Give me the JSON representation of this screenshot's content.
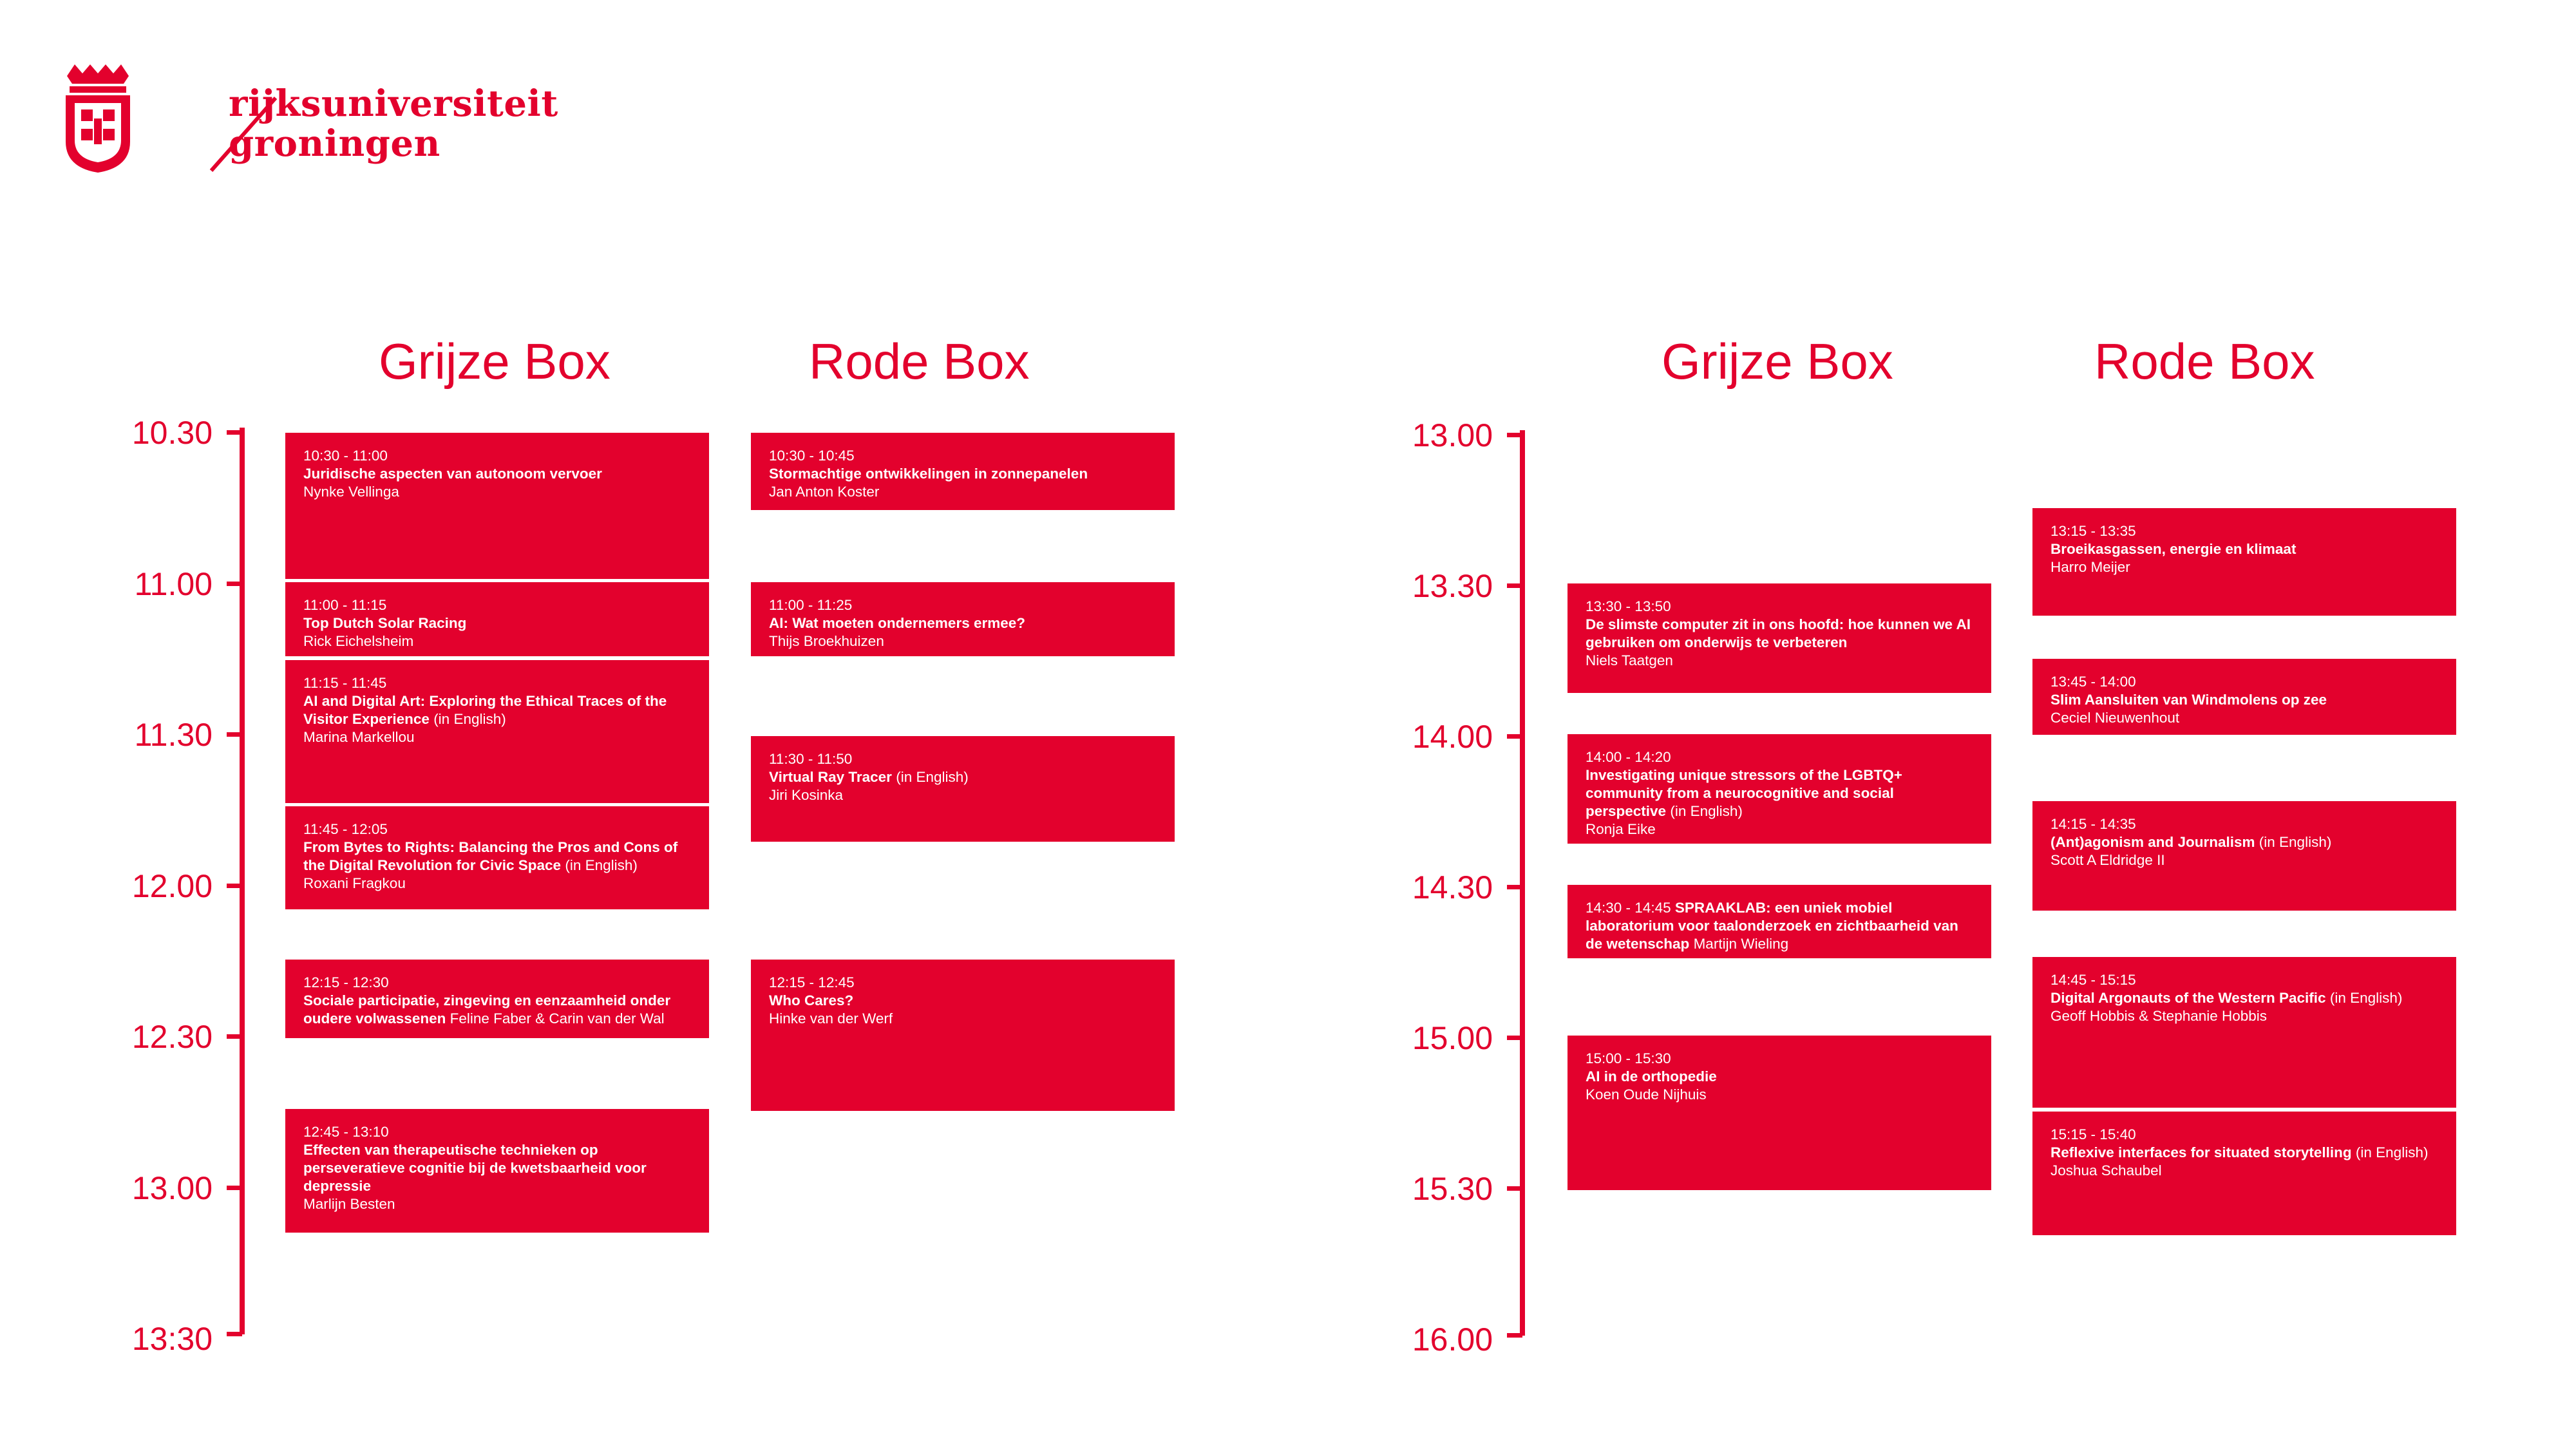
{
  "logo": {
    "line1": "rijksuniversiteit",
    "line2": "groningen",
    "icon": "crest-icon"
  },
  "colors": {
    "accent": "#e3012d",
    "text_on_block": "#ffffff"
  },
  "left": {
    "columns": [
      "Grijze Box",
      "Rode Box"
    ],
    "times": [
      "10.30",
      "11.00",
      "11.30",
      "12.00",
      "12.30",
      "13.00",
      "13:30"
    ],
    "grijze": [
      {
        "time": "10:30 - 11:00",
        "title": "Juridische aspecten van autonoom vervoer",
        "note": "",
        "speaker": "Nynke Vellinga"
      },
      {
        "time": "11:00 - 11:15",
        "title": "Top Dutch Solar Racing",
        "note": "",
        "speaker": "Rick Eichelsheim"
      },
      {
        "time": "11:15 - 11:45",
        "title": "AI and Digital Art: Exploring the Ethical Traces of the Visitor Experience",
        "note": " (in English)",
        "speaker": "Marina Markellou"
      },
      {
        "time": "11:45 - 12:05",
        "title": "From Bytes to Rights: Balancing the Pros and Cons of the Digital Revolution for Civic Space",
        "note": " (in English)",
        "speaker": "Roxani Fragkou"
      },
      {
        "time": "12:15 - 12:30",
        "title": "Sociale participatie, zingeving en eenzaamheid onder oudere volwassenen",
        "note": " Feline Faber & Carin van der Wal",
        "speaker": ""
      },
      {
        "time": "12:45 - 13:10",
        "title": "Effecten van therapeutische technieken op perseveratieve cognitie bij de kwetsbaarheid voor depressie",
        "note": "",
        "speaker": "Marlijn Besten"
      }
    ],
    "rode": [
      {
        "time": "10:30 - 10:45",
        "title": "Stormachtige ontwikkelingen in zonnepanelen",
        "note": "",
        "speaker": "Jan Anton Koster"
      },
      {
        "time": "11:00 - 11:25",
        "title": "AI: Wat moeten ondernemers ermee?",
        "note": "",
        "speaker": "Thijs Broekhuizen"
      },
      {
        "time": "11:30 - 11:50",
        "title": "Virtual Ray Tracer",
        "note": " (in English)",
        "speaker": "Jiri Kosinka"
      },
      {
        "time": "12:15 - 12:45",
        "title": "Who Cares?",
        "note": "",
        "speaker": "Hinke van der Werf"
      }
    ]
  },
  "right": {
    "columns": [
      "Grijze Box",
      "Rode Box"
    ],
    "times": [
      "13.00",
      "13.30",
      "14.00",
      "14.30",
      "15.00",
      "15.30",
      "16.00"
    ],
    "grijze": [
      {
        "time": "13:30 - 13:50",
        "title": "De slimste computer zit in ons hoofd: hoe kunnen we AI gebruiken om onderwijs te verbeteren",
        "note": "",
        "speaker": "Niels Taatgen"
      },
      {
        "time": "14:00 - 14:20",
        "title": "Investigating unique stressors of the LGBTQ+ community from a neurocognitive and social perspective",
        "note": "  (in English)",
        "speaker": "Ronja Eike"
      },
      {
        "time": "14:30 - 14:45",
        "title": " SPRAAKLAB: een uniek mobiel laboratorium voor taalonderzoek en zichtbaarheid van de wetenschap",
        "note": "  Martijn Wieling",
        "speaker": ""
      },
      {
        "time": "15:00 - 15:30",
        "title": "AI in de orthopedie",
        "note": "",
        "speaker": "Koen Oude Nijhuis"
      }
    ],
    "rode": [
      {
        "time": "13:15 - 13:35",
        "title": "Broeikasgassen, energie en klimaat",
        "note": "",
        "speaker": "Harro Meijer"
      },
      {
        "time": "13:45 - 14:00",
        "title": "Slim Aansluiten van Windmolens op zee",
        "note": "",
        "speaker": "Ceciel Nieuwenhout"
      },
      {
        "time": "14:15 - 14:35",
        "title": "(Ant)agonism and Journalism",
        "note": " (in English)",
        "speaker": "Scott A Eldridge II"
      },
      {
        "time": "14:45 - 15:15",
        "title": "Digital Argonauts of the Western Pacific",
        "note": " (in English)",
        "speaker": "Geoff Hobbis & Stephanie Hobbis"
      },
      {
        "time": "15:15 - 15:40",
        "title": "Reflexive interfaces for situated storytelling",
        "note": " (in English)",
        "speaker": "Joshua Schaubel"
      }
    ]
  }
}
